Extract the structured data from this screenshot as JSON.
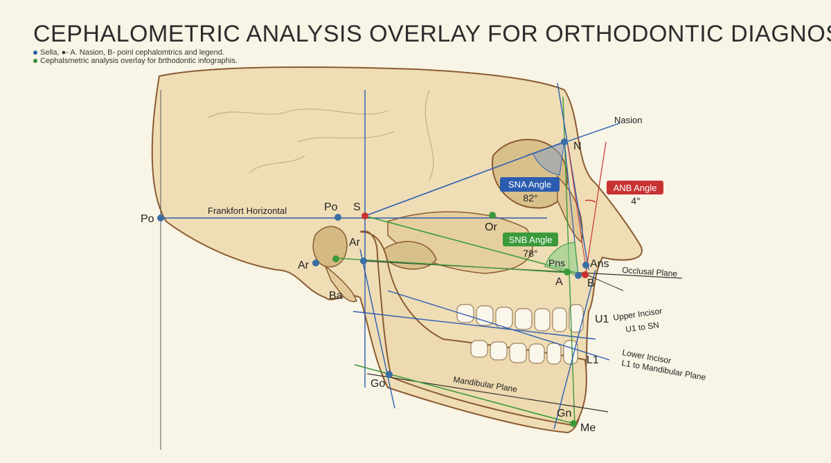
{
  "title": "CEPHALOMETRIC ANALYSIS OVERLAY FOR ORTHODONTIC DIAGNOSIS",
  "legend": [
    {
      "text": "Sella, ●- A. Nasion, B- poinl cephalomtrics and legend.",
      "color": "#2b5c9e"
    },
    {
      "text": "Cephalsmetric analysis overlay for ɓrthodontic infographis.",
      "color": "#3b8c3b"
    }
  ],
  "colors": {
    "blue": "#2b5cb0",
    "green": "#3a9a3a",
    "red": "#c83232",
    "bone": "#ecd9b0",
    "outline": "#8a5a30",
    "point": "#3a6ea5"
  },
  "landmarks": {
    "po_left": "Po",
    "po": "Po",
    "s": "S",
    "or": "Or",
    "ar_top": "Ar",
    "ar_left": "Ar",
    "ba": "Ba",
    "n": "N",
    "nasion": "Nasion",
    "pns": "Pns",
    "ans": "Ans",
    "a": "A",
    "b": "B",
    "u1": "U1",
    "l1": "L1",
    "go": "Go",
    "gn": "Gn",
    "me": "Me"
  },
  "lines": {
    "frankfort": "Frankfort Horizontal",
    "occlusal": "Occlusal Plane",
    "mandibular": "Mandibular Plane",
    "upper_incisor": "Upper Incisor",
    "u1_to_sn": "U1 to SN",
    "lower_incisor": "Lower Incisor",
    "l1_to_mp": "L1 to Mandibular Plane"
  },
  "angles": {
    "sna": {
      "label": "SNA Angle",
      "value": "82°"
    },
    "snb": {
      "label": "SNB Angle",
      "value": "78°"
    },
    "anb": {
      "label": "ANB Angle",
      "value": "4°"
    }
  }
}
